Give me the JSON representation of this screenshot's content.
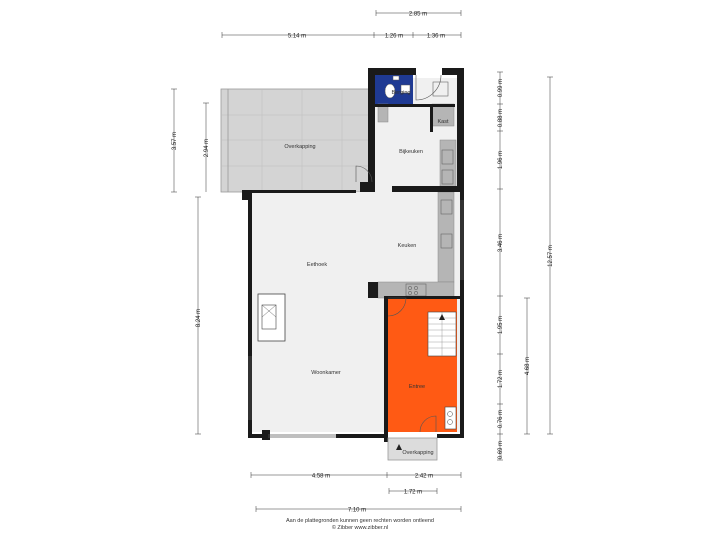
{
  "rooms": {
    "overkapping_top": "Overkapping",
    "berging": "Berging",
    "kast": "Kast",
    "bijkeuken": "Bijkeuken",
    "keuken": "Keuken",
    "eethoek": "Eethoek",
    "woonkamer": "Woonkamer",
    "entree": "Entree",
    "overkapping_bottom": "Overkapping"
  },
  "dimensions": {
    "top_285": "2.85 m",
    "top_514": "5.14 m",
    "top_126": "1.26 m",
    "top_136": "1.36 m",
    "left_357": "3.57 m",
    "left_294": "2.94 m",
    "left_824": "8.24 m",
    "right_099": "0.99 m",
    "right_088": "0.88 m",
    "right_196": "1.96 m",
    "right_346": "3.46 m",
    "right_195": "1.95 m",
    "right_172": "1.72 m",
    "right_076": "0.76 m",
    "right_069": "0.69 m",
    "right_468": "4.68 m",
    "right_1257": "12.57 m",
    "bottom_458": "4.58 m",
    "bottom_242": "2.42 m",
    "bottom_172": "1.72 m",
    "bottom_710": "7.10 m"
  },
  "colors": {
    "wall": "#1a1a1a",
    "floor": "#f0f0f0",
    "terrace": "#d4d4d4",
    "entree": "#ff5a14",
    "toilet": "#1f3a93",
    "counter": "#b5b5b5"
  },
  "footer": {
    "line1": "Aan de plattegronden kunnen geen rechten worden ontleend",
    "line2": "© Zibber www.zibber.nl"
  }
}
